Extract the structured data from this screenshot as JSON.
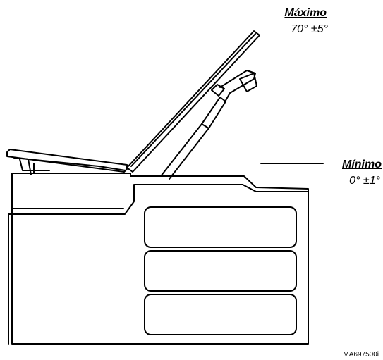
{
  "labels": {
    "maximum": {
      "title": "Máximo",
      "value": "70° ±5°"
    },
    "minimum": {
      "title": "Mínimo",
      "value": "0° ±1°"
    }
  },
  "reference_code": "MA697500i"
}
